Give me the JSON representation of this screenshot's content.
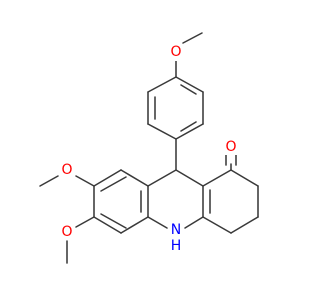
{
  "molecule": {
    "colors": {
      "bond": "#3a3a3a",
      "oxygen": "#ff0000",
      "nitrogen": "#0000ff",
      "background": "#ffffff"
    },
    "atoms": {
      "methoxy_top_o": "O",
      "methoxy_left_o": "O",
      "methoxy_bottom_o": "O",
      "ketone_o": "O",
      "amine_n": "N",
      "amine_h": "H"
    }
  }
}
